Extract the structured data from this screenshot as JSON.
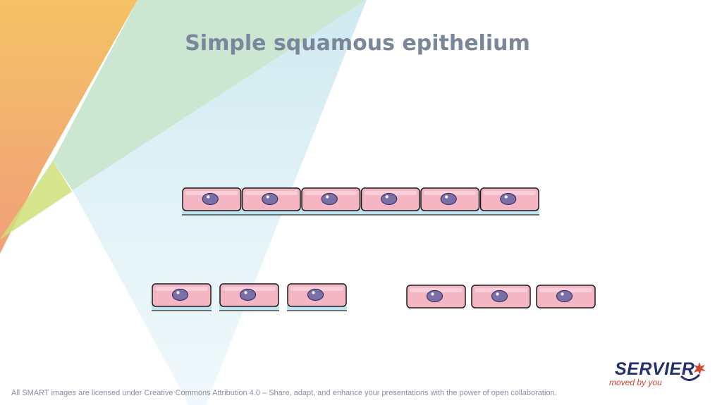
{
  "title": "Simple squamous epithelium",
  "footer": "All SMART images are licensed under Creative Commons Attribution 4.0 – Share, adapt, and enhance your presentations with the power of open collaboration.",
  "brand": {
    "name": "SERVIER",
    "tagline": "moved by you"
  },
  "colors": {
    "cell_fill": "#f4b6c2",
    "cell_outline": "#1a1a1a",
    "nucleus": "#7b6fa8",
    "basement_membrane": "#bfe3f0",
    "title": "#7a879b",
    "brand_blue": "#23306b",
    "brand_red": "#d2452e"
  },
  "diagram": {
    "groups": [
      {
        "name": "continuous-row",
        "cell_count": 6,
        "basement_membrane": true
      },
      {
        "name": "separated-cells-with-membrane",
        "cell_count": 3,
        "basement_membrane": true
      },
      {
        "name": "separated-cells-without-membrane",
        "cell_count": 3,
        "basement_membrane": false
      }
    ]
  }
}
